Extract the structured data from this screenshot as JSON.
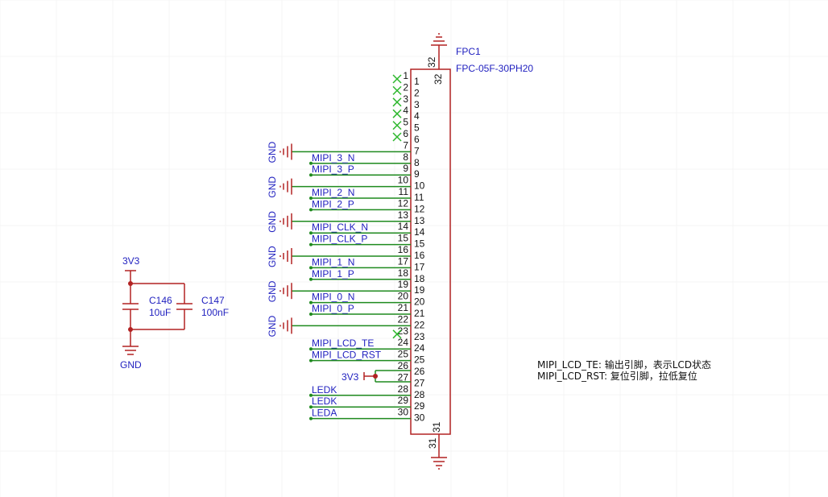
{
  "colors": {
    "wire": "#1f8a1f",
    "component": "#b22222",
    "label": "#1f1fbf",
    "pin_text": "#111111",
    "nc_mark": "#2eb82e",
    "junction": "#b22222"
  },
  "connector": {
    "refdes": "FPC1",
    "part": "FPC-05F-30PH20",
    "top_pin": "32",
    "bottom_pin": "31",
    "pins": [
      {
        "num": "1",
        "net": "",
        "nc": true
      },
      {
        "num": "2",
        "net": "",
        "nc": true
      },
      {
        "num": "3",
        "net": "",
        "nc": true
      },
      {
        "num": "4",
        "net": "",
        "nc": true
      },
      {
        "num": "5",
        "net": "",
        "nc": true
      },
      {
        "num": "6",
        "net": "",
        "nc": true
      },
      {
        "num": "7",
        "net": "GND",
        "nc": false
      },
      {
        "num": "8",
        "net": "MIPI_3_N",
        "nc": false
      },
      {
        "num": "9",
        "net": "MIPI_3_P",
        "nc": false
      },
      {
        "num": "10",
        "net": "GND",
        "nc": false
      },
      {
        "num": "11",
        "net": "MIPI_2_N",
        "nc": false
      },
      {
        "num": "12",
        "net": "MIPI_2_P",
        "nc": false
      },
      {
        "num": "13",
        "net": "GND",
        "nc": false
      },
      {
        "num": "14",
        "net": "MIPI_CLK_N",
        "nc": false
      },
      {
        "num": "15",
        "net": "MIPI_CLK_P",
        "nc": false
      },
      {
        "num": "16",
        "net": "GND",
        "nc": false
      },
      {
        "num": "17",
        "net": "MIPI_1_N",
        "nc": false
      },
      {
        "num": "18",
        "net": "MIPI_1_P",
        "nc": false
      },
      {
        "num": "19",
        "net": "GND",
        "nc": false
      },
      {
        "num": "20",
        "net": "MIPI_0_N",
        "nc": false
      },
      {
        "num": "21",
        "net": "MIPI_0_P",
        "nc": false
      },
      {
        "num": "22",
        "net": "GND",
        "nc": false
      },
      {
        "num": "23",
        "net": "",
        "nc": true
      },
      {
        "num": "24",
        "net": "MIPI_LCD_TE",
        "nc": false
      },
      {
        "num": "25",
        "net": "MIPI_LCD_RST",
        "nc": false
      },
      {
        "num": "26",
        "net": "3V3",
        "nc": false
      },
      {
        "num": "27",
        "net": "3V3",
        "nc": false
      },
      {
        "num": "28",
        "net": "LEDK",
        "nc": false
      },
      {
        "num": "29",
        "net": "LEDK",
        "nc": false
      },
      {
        "num": "30",
        "net": "LEDA",
        "nc": false
      }
    ]
  },
  "gnd_label": "GND",
  "power_label": "3V3",
  "capacitors": [
    {
      "refdes": "C146",
      "value": "10uF"
    },
    {
      "refdes": "C147",
      "value": "100nF"
    }
  ],
  "notes": [
    "MIPI_LCD_TE: 输出引脚，表示LCD状态",
    "MIPI_LCD_RST: 复位引脚，拉低复位"
  ]
}
